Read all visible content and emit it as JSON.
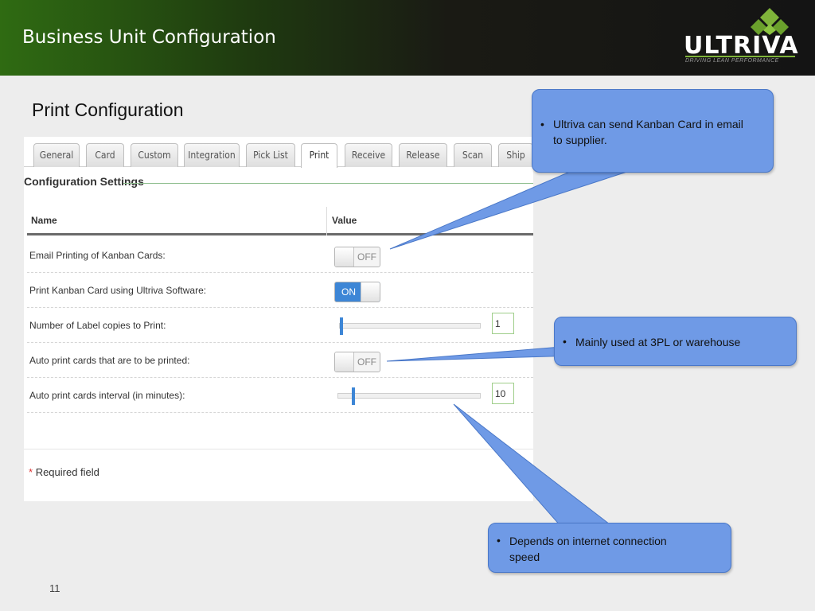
{
  "header": {
    "title": "Business Unit Configuration",
    "logo_text": "ULTRIVA",
    "logo_tagline": "DRIVING LEAN PERFORMANCE"
  },
  "slide": {
    "title": "Print Configuration",
    "page_number": "11"
  },
  "tabs": [
    {
      "label": "General",
      "active": false
    },
    {
      "label": "Card",
      "active": false
    },
    {
      "label": "Custom",
      "active": false
    },
    {
      "label": "Integration",
      "active": false
    },
    {
      "label": "Pick List",
      "active": false
    },
    {
      "label": "Print",
      "active": true
    },
    {
      "label": "Receive",
      "active": false
    },
    {
      "label": "Release",
      "active": false
    },
    {
      "label": "Scan",
      "active": false
    },
    {
      "label": "Ship",
      "active": false
    }
  ],
  "config": {
    "section_title": "Configuration Settings",
    "col_name": "Name",
    "col_value": "Value",
    "rows": [
      {
        "label": "Email Printing of Kanban Cards:",
        "type": "toggle",
        "value": "OFF"
      },
      {
        "label": "Print Kanban Card using Ultriva Software:",
        "type": "toggle",
        "value": "ON"
      },
      {
        "label": "Number of Label copies to Print:",
        "type": "slider",
        "value": "1",
        "level": 0.0
      },
      {
        "label": "Auto print cards that are to be printed:",
        "type": "toggle",
        "value": "OFF"
      },
      {
        "label": "Auto print cards interval (in minutes):",
        "type": "slider",
        "value": "10",
        "level": 0.1
      }
    ],
    "required_star": "*",
    "required_text": "Required field"
  },
  "callouts": [
    {
      "bullet": "•",
      "text_line1": "Ultriva can send Kanban Card in email",
      "text_line2": "to supplier."
    },
    {
      "bullet": "•",
      "text_line1": "Mainly used at 3PL or warehouse",
      "text_line2": ""
    },
    {
      "bullet": "•",
      "text_line1": "Depends on internet connection",
      "text_line2": "speed"
    }
  ],
  "colors": {
    "accent_green": "#7fb33a",
    "toggle_on": "#3d86d6",
    "callout_fill": "#6f9ae6"
  }
}
